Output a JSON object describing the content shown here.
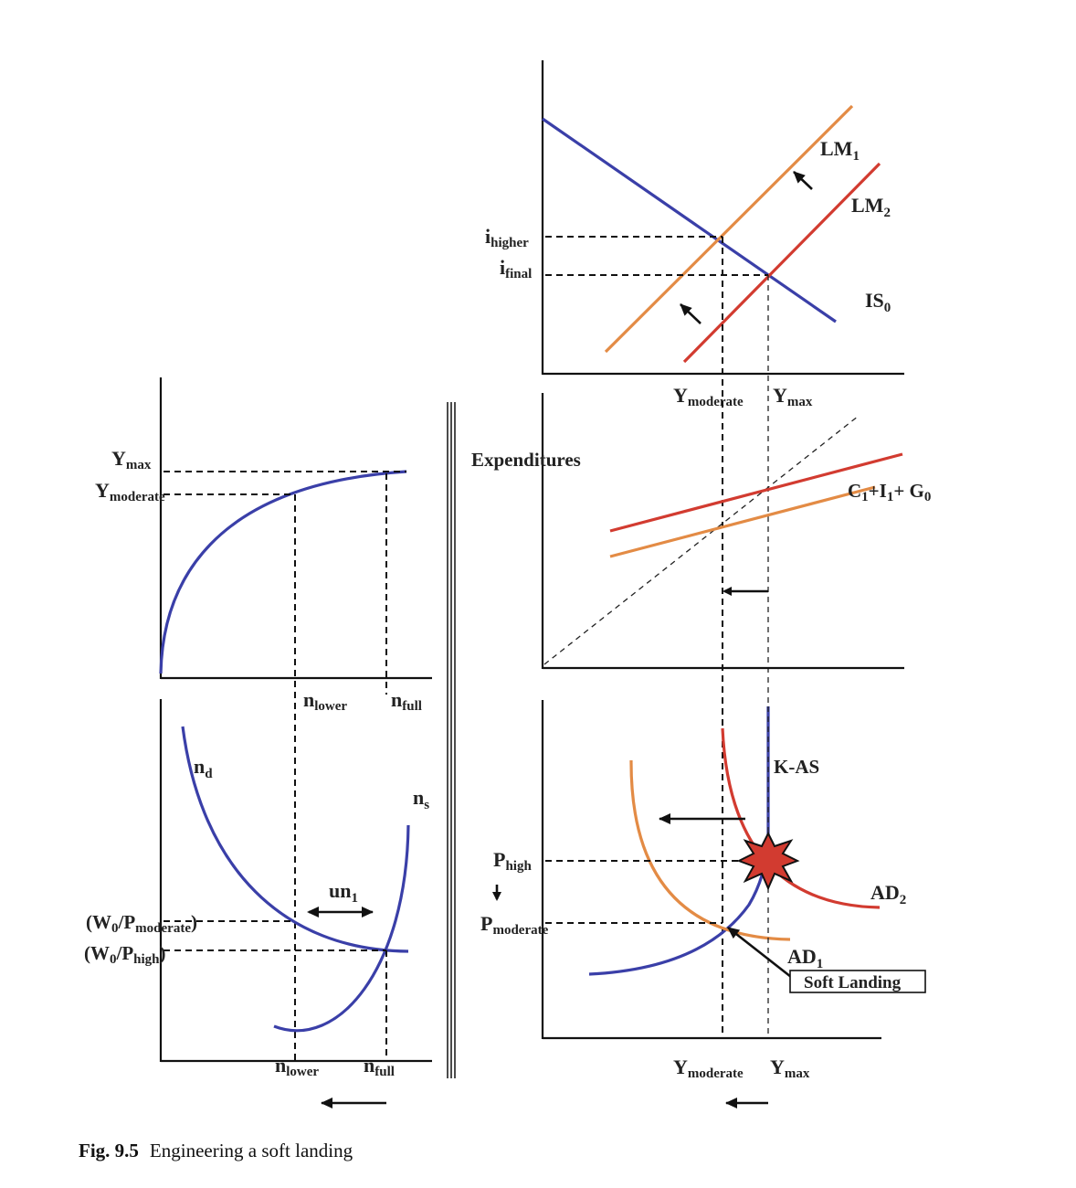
{
  "labels": {
    "lm1": "LM",
    "lm1_sub": "1",
    "lm2": "LM",
    "lm2_sub": "2",
    "is0": "IS",
    "is0_sub": "0",
    "i_higher": "i",
    "i_higher_sub": "higher",
    "i_final": "i",
    "i_final_sub": "final",
    "y_moderate": "Y",
    "y_moderate_sub": "moderate",
    "y_max": "Y",
    "y_max_sub": "max",
    "expenditures": "Expenditures",
    "c1i1g0": "C",
    "c1i1g0_s1": "1",
    "c1i1g0_plus1": "+I",
    "c1i1g0_s2": "1",
    "c1i1g0_plus2": "+ G",
    "c1i1g0_s3": "0",
    "n_lower": "n",
    "n_lower_sub": "lower",
    "n_full": "n",
    "n_full_sub": "full",
    "n_d": "n",
    "n_d_sub": "d",
    "n_s": "n",
    "n_s_sub": "s",
    "un1": "un",
    "un1_sub": "1",
    "w0_pmod_open": "(W",
    "w0_pmod_0": "0",
    "w0_pmod_mid": "/P",
    "w0_pmod_sub": "moderate",
    "w0_pmod_close": ")",
    "w0_phigh_open": "(W",
    "w0_phigh_0": "0",
    "w0_phigh_mid": "/P",
    "w0_phigh_sub": "high",
    "w0_phigh_close": ")",
    "kas": "K-AS",
    "p_high": "P",
    "p_high_sub": "high",
    "p_moderate": "P",
    "p_moderate_sub": "moderate",
    "ad2": "AD",
    "ad2_sub": "2",
    "ad1": "AD",
    "ad1_sub": "1",
    "soft_landing": "Soft Landing"
  },
  "caption": {
    "number": "Fig. 9.5",
    "text": "Engineering a soft landing"
  },
  "colors": {
    "blue": "#3a3fa8",
    "orange": "#e38b45",
    "red": "#d23b30"
  }
}
